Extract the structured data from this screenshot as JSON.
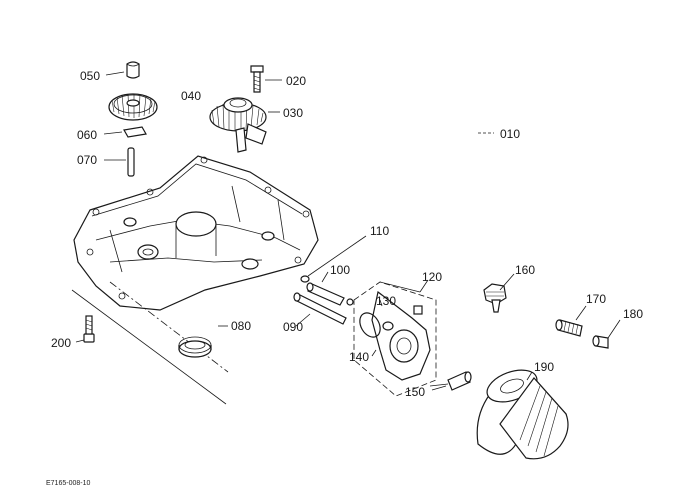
{
  "labels": {
    "p010": "010",
    "p020": "020",
    "p030": "030",
    "p040": "040",
    "p050": "050",
    "p060": "060",
    "p070": "070",
    "p080": "080",
    "p090": "090",
    "p100": "100",
    "p110": "110",
    "p120": "120",
    "p130": "130",
    "p140": "140",
    "p150": "150",
    "p160": "160",
    "p170": "170",
    "p180": "180",
    "p190": "190",
    "p200": "200"
  },
  "figure_ref": "E7165-008-10"
}
